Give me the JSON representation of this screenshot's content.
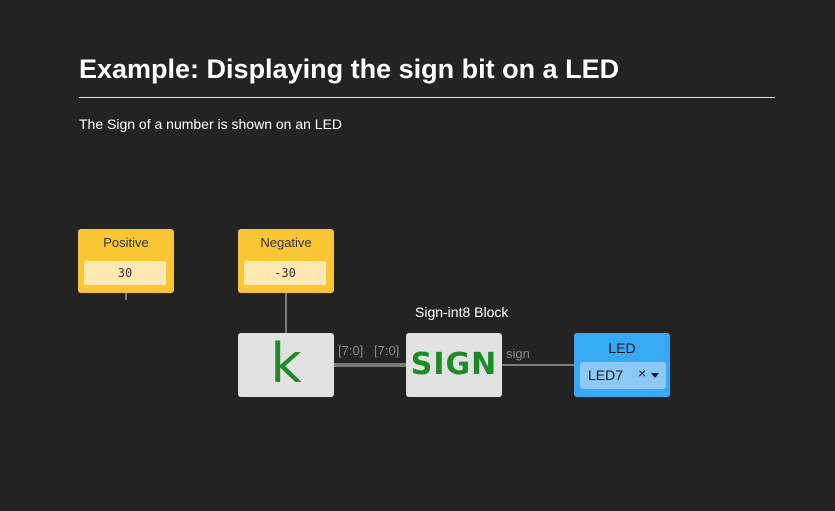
{
  "page": {
    "title": "Example: Displaying the sign bit on a LED",
    "description": "The Sign of a number is shown on an LED"
  },
  "blocks": {
    "positive": {
      "label": "Positive",
      "value": "30"
    },
    "negative": {
      "label": "Negative",
      "value": "-30"
    },
    "constant": {
      "glyph": "k",
      "icon": "constant-k-icon"
    },
    "sign": {
      "caption": "Sign-int8 Block",
      "text": "SIGN"
    },
    "led": {
      "label": "LED",
      "selected": "LED7",
      "clear_symbol": "×",
      "icon": "caret-down-icon"
    }
  },
  "wires": {
    "bus_out_label": "[7:0]",
    "bus_in_label": "[7:0]",
    "sign_label": "sign"
  },
  "colors": {
    "background": "#232323",
    "constant_block": "#fbc634",
    "led_block": "#38a9f5",
    "logic_green": "#1d8a25",
    "gray_block": "#e2e2e2",
    "wire": "#7a7a7a"
  }
}
